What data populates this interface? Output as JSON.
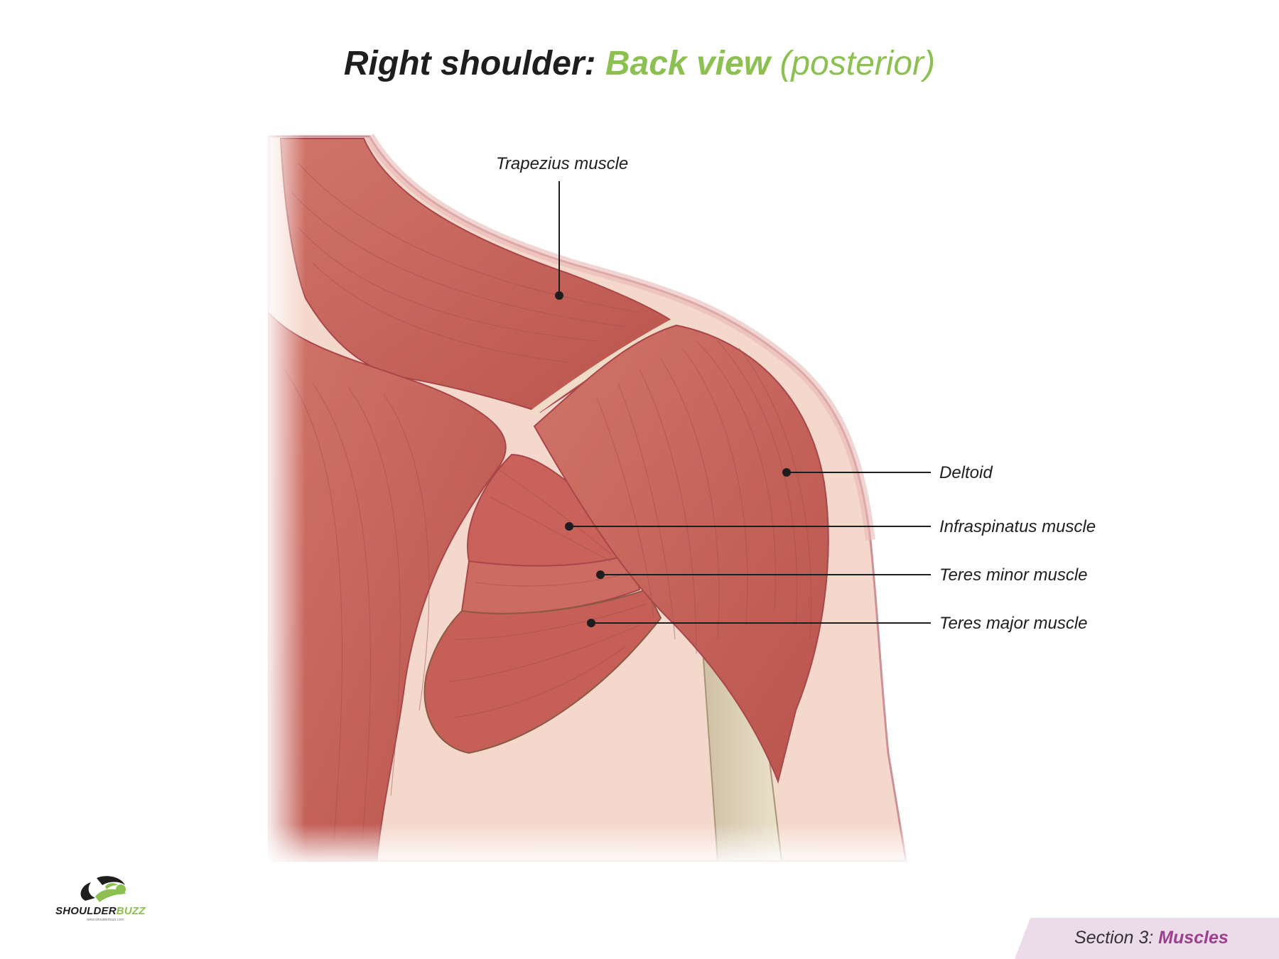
{
  "title": {
    "main": "Right shoulder",
    "colon": ":",
    "accent": "Back view",
    "paren": "(posterior)"
  },
  "labels": {
    "trapezius": "Trapezius muscle",
    "deltoid": "Deltoid",
    "infraspinatus": "Infraspinatus muscle",
    "teres_minor": "Teres minor muscle",
    "teres_major": "Teres major muscle"
  },
  "logo": {
    "word_a": "SHOULDER",
    "word_b": "BUZZ",
    "url": "www.shoulderbuzz.com"
  },
  "footer": {
    "section_prefix": "Section 3:",
    "section_name": "Muscles"
  },
  "colors": {
    "accent_green": "#8cc152",
    "section_purple": "#9b3f8e",
    "muscle": "#c9625a",
    "skin": "#f3d2c6"
  }
}
